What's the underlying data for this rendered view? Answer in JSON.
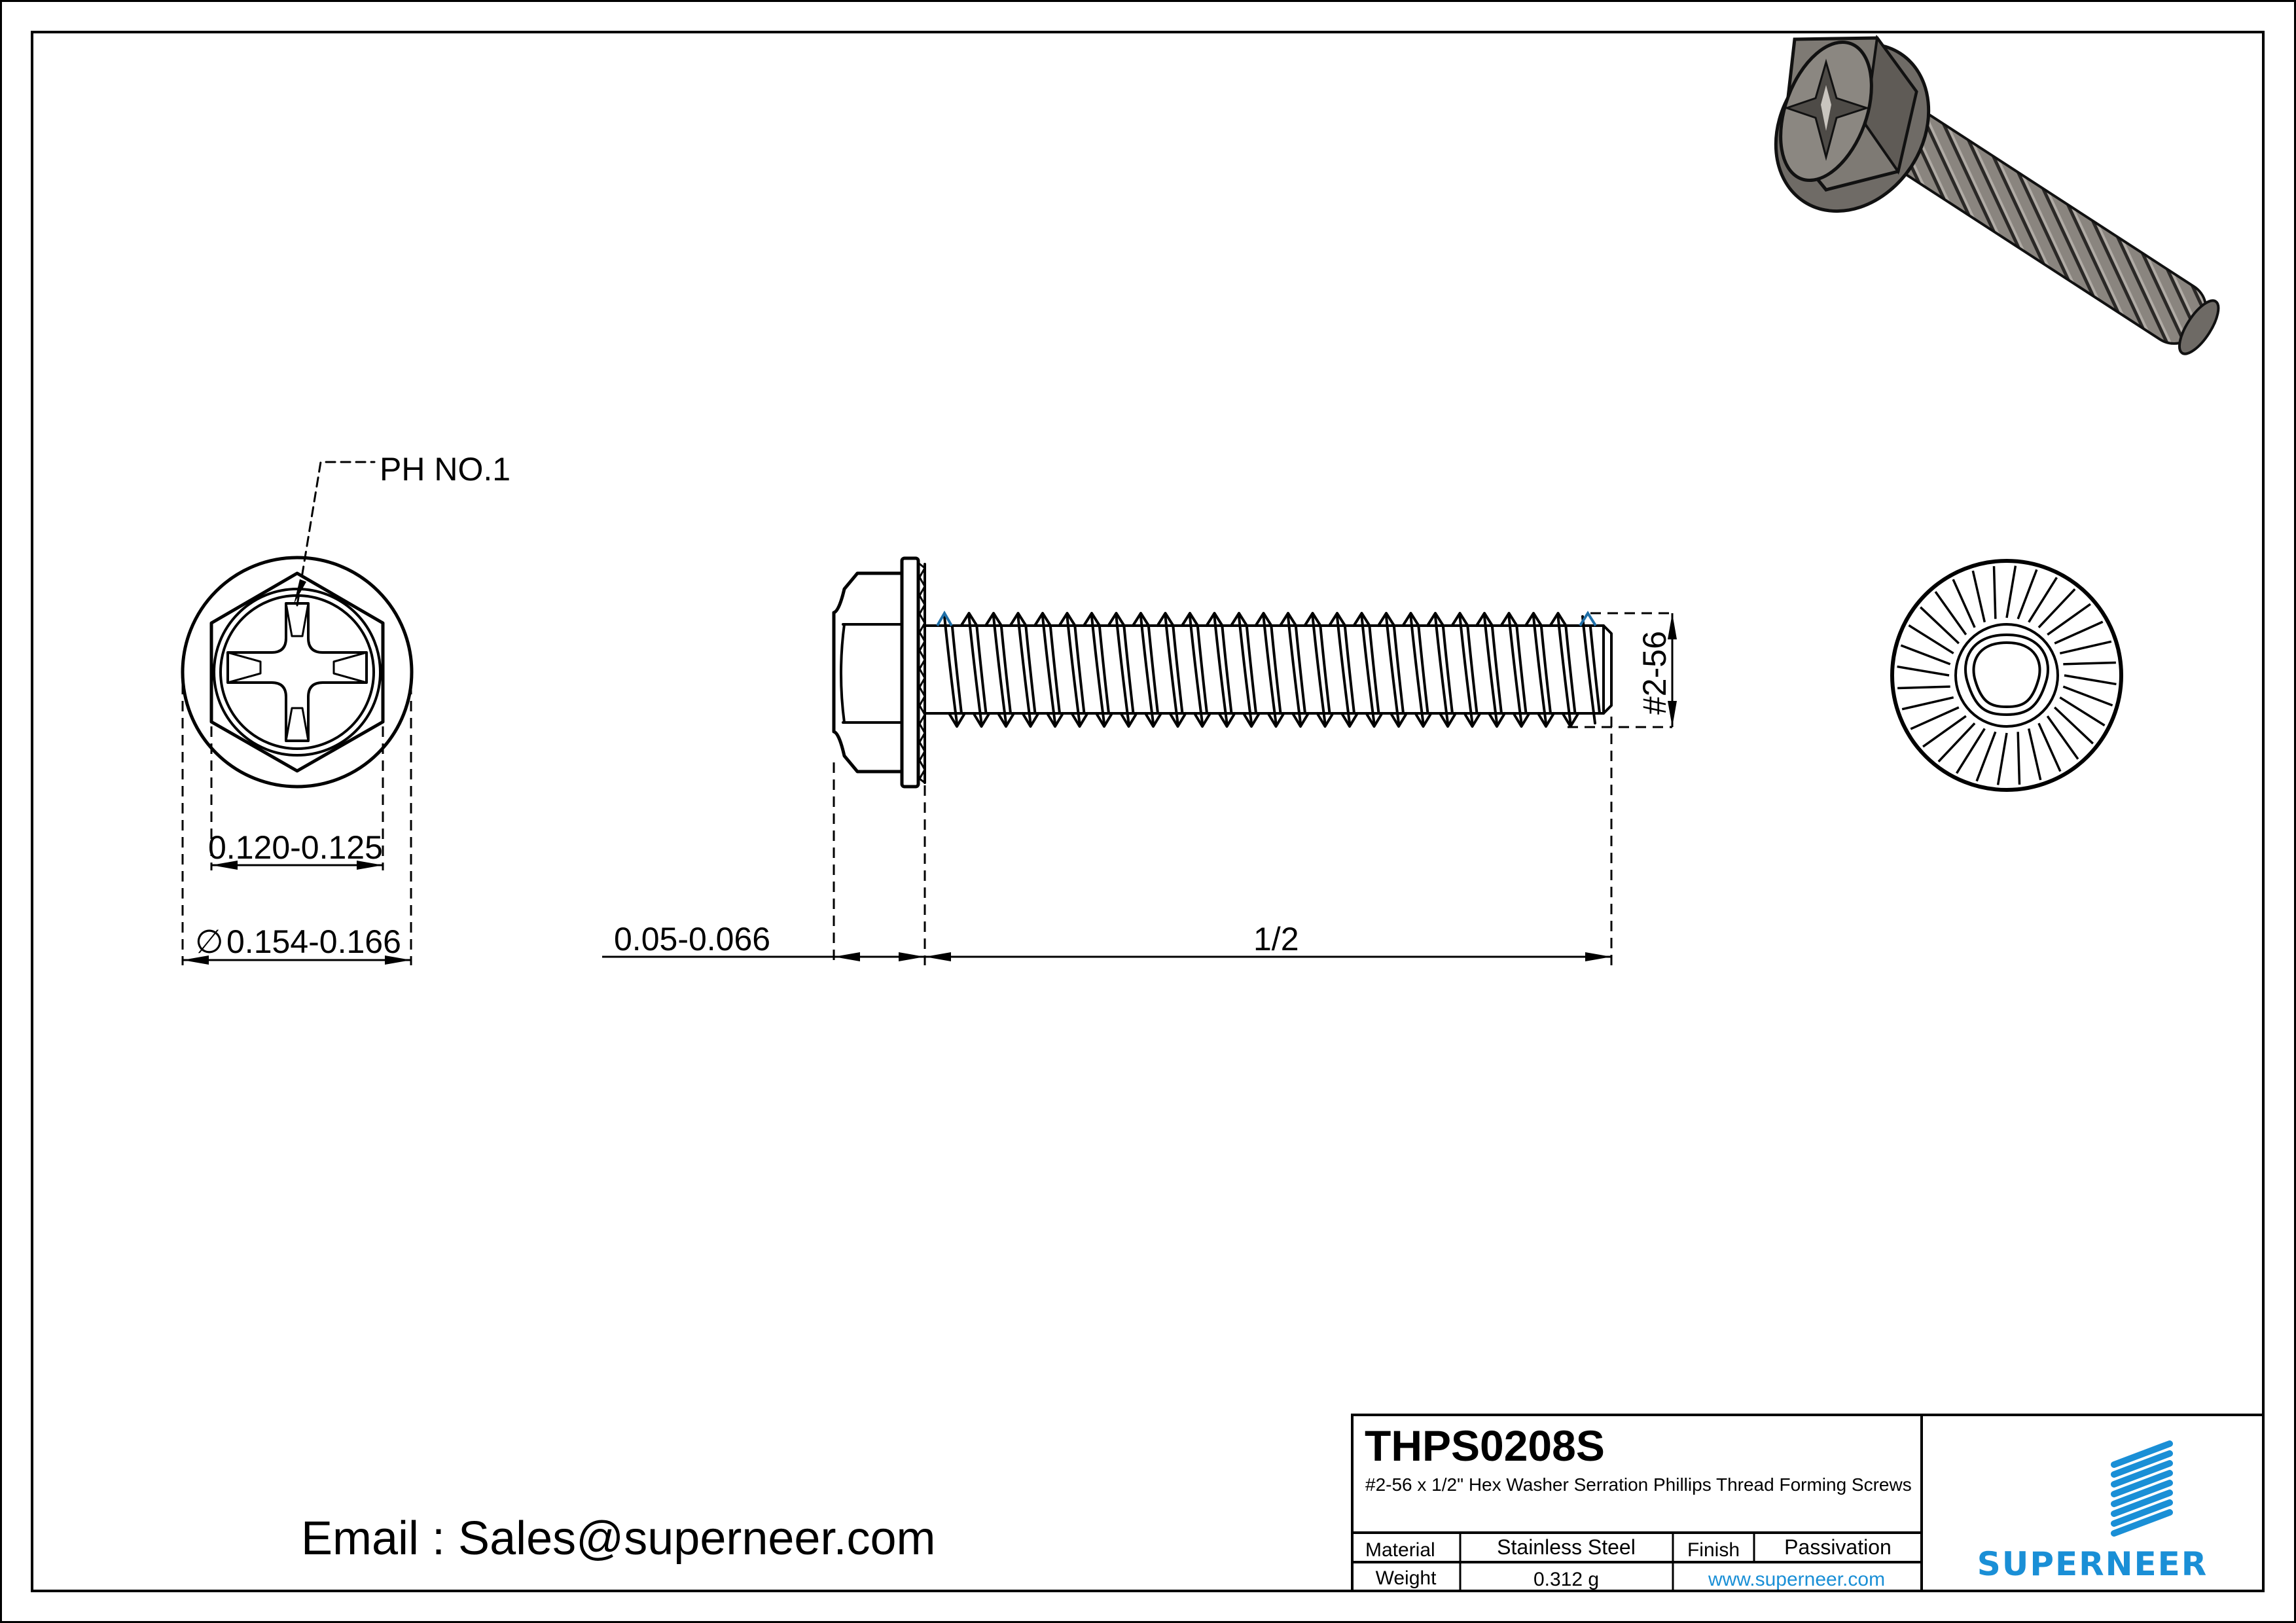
{
  "drawing": {
    "part_number": "THPS0208S",
    "description": "#2-56 x 1/2\" Hex Washer Serration Phillips Thread Forming  Screws",
    "email_line": "Email : Sales@superneer.com",
    "accent_color": "#1a8fd6"
  },
  "title_block": {
    "material_label": "Material",
    "material_value": "Stainless Steel",
    "finish_label": "Finish",
    "finish_value": "Passivation",
    "weight_label": "Weight",
    "weight_value": "0.312 g",
    "website": "www.superneer.com",
    "logo_text": "SUPERNEER",
    "logo_stripes": 8
  },
  "end_view_left": {
    "recess_callout": "PH NO.1",
    "hex_flat_dimension": "0.120-0.125",
    "diameter_symbol": "∅",
    "washer_diameter_dimension": "0.154-0.166"
  },
  "side_view": {
    "head_height_dimension": "0.05-0.066",
    "length_dimension": "1/2",
    "thread_size_dimension": "#2-56"
  },
  "views": [
    {
      "name": "head-end-view",
      "position": "left"
    },
    {
      "name": "side-elevation-view",
      "position": "center"
    },
    {
      "name": "serrated-washer-end-view",
      "position": "right"
    },
    {
      "name": "isometric-3d-render",
      "position": "top-right"
    }
  ]
}
